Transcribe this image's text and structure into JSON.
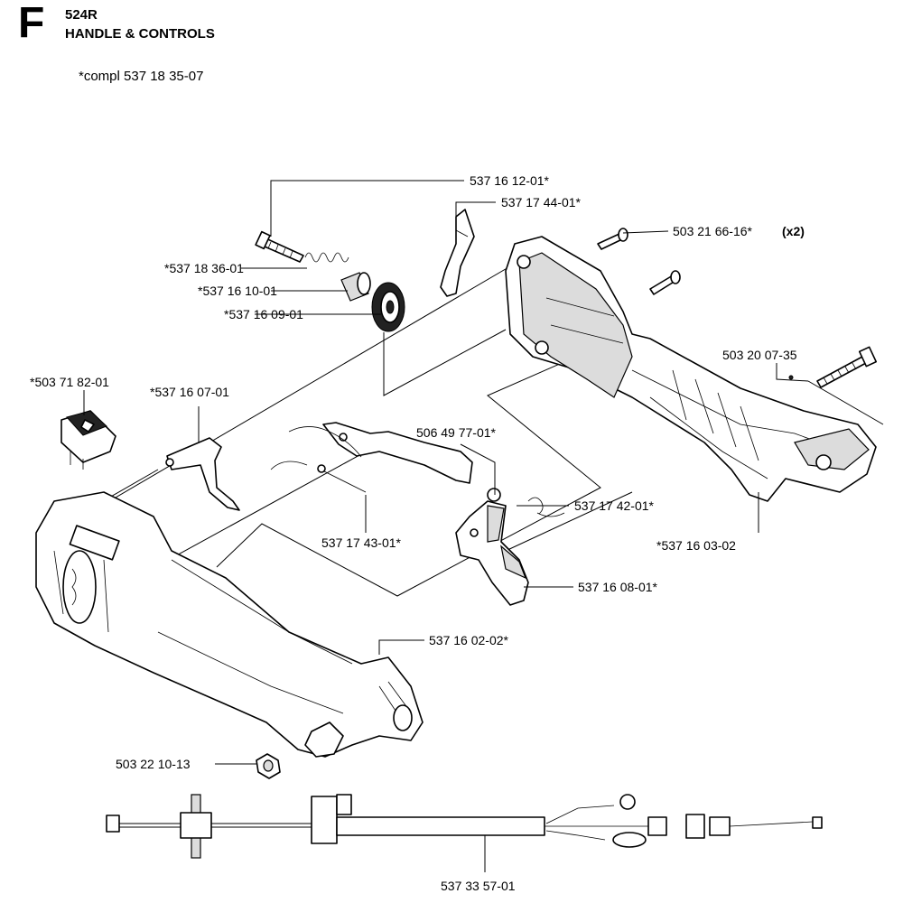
{
  "header": {
    "section": "F",
    "model": "524R",
    "title": "HANDLE & CONTROLS",
    "compl_note": "*compl 537 18 35-07"
  },
  "parts": [
    {
      "id": "p1",
      "label": "537 16 12-01*"
    },
    {
      "id": "p2",
      "label": "537 17 44-01*"
    },
    {
      "id": "p3",
      "label": "503 21 66-16*",
      "qty": "(x2)"
    },
    {
      "id": "p4",
      "label": "*537 18 36-01"
    },
    {
      "id": "p5",
      "label": "*537 16 10-01"
    },
    {
      "id": "p6",
      "label": "*537 16 09-01"
    },
    {
      "id": "p7",
      "label": "503 20 07-35"
    },
    {
      "id": "p8",
      "label": "*503 71 82-01"
    },
    {
      "id": "p9",
      "label": "*537 16 07-01"
    },
    {
      "id": "p10",
      "label": "506 49 77-01*"
    },
    {
      "id": "p11",
      "label": "537 17 42-01*"
    },
    {
      "id": "p12",
      "label": "537 17 43-01*"
    },
    {
      "id": "p13",
      "label": "*537 16 03-02"
    },
    {
      "id": "p14",
      "label": "537 16 08-01*"
    },
    {
      "id": "p15",
      "label": "537 16 02-02*"
    },
    {
      "id": "p16",
      "label": "503 22 10-13"
    },
    {
      "id": "p17",
      "label": "537 33 57-01"
    }
  ]
}
